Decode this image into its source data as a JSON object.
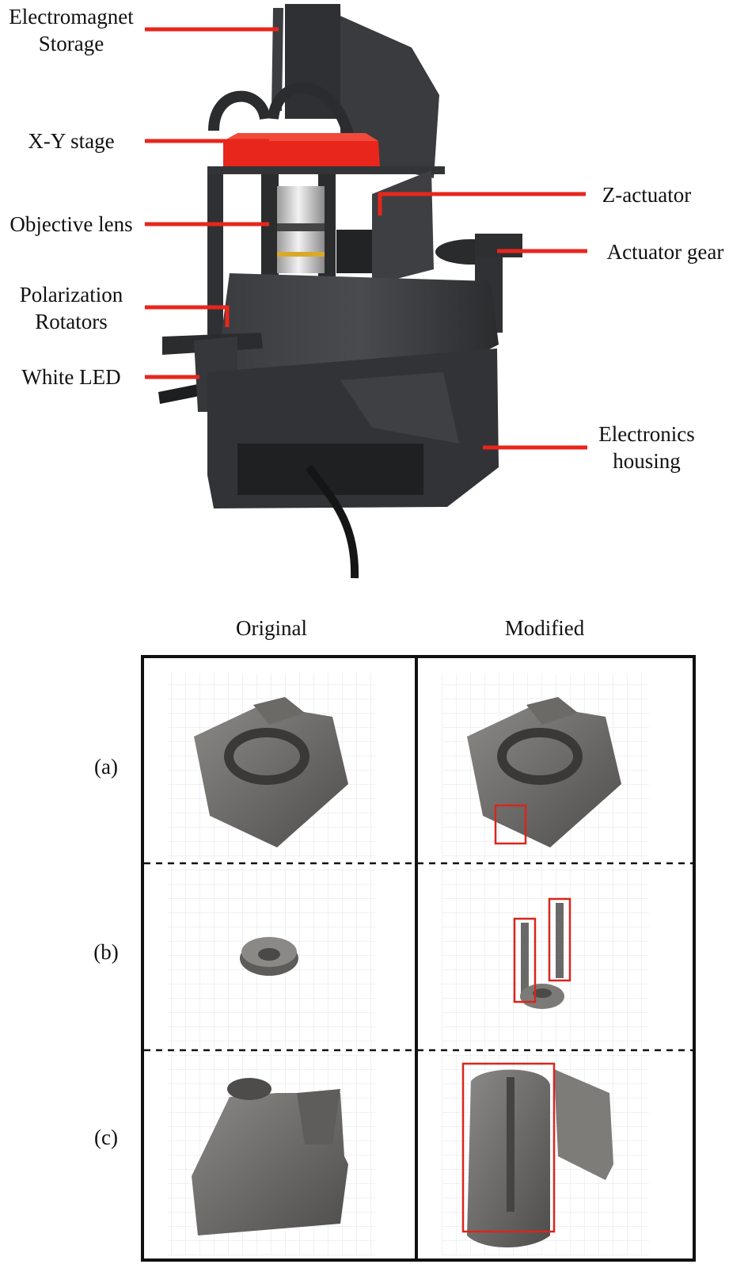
{
  "top_figure": {
    "labels_left": [
      {
        "id": "electromagnet",
        "lines": [
          "Electromagnet",
          "Storage"
        ]
      },
      {
        "id": "xy",
        "lines": [
          "X-Y stage"
        ]
      },
      {
        "id": "objective",
        "lines": [
          "Objective lens"
        ]
      },
      {
        "id": "polarization",
        "lines": [
          "Polarization",
          "Rotators"
        ]
      },
      {
        "id": "led",
        "lines": [
          "White LED"
        ]
      }
    ],
    "labels_right": [
      {
        "id": "zact",
        "lines": [
          "Z-actuator"
        ]
      },
      {
        "id": "gear",
        "lines": [
          "Actuator gear"
        ]
      },
      {
        "id": "electronics",
        "lines": [
          "Electronics",
          "housing"
        ]
      }
    ],
    "leader_color": "#e8261c",
    "stage_color": "#e8261c",
    "body_color": "#2e2f31"
  },
  "comparison": {
    "columns": [
      "Original",
      "Modified"
    ],
    "rows": [
      "(a)",
      "(b)",
      "(c)"
    ],
    "highlight_color": "#d8261c"
  }
}
